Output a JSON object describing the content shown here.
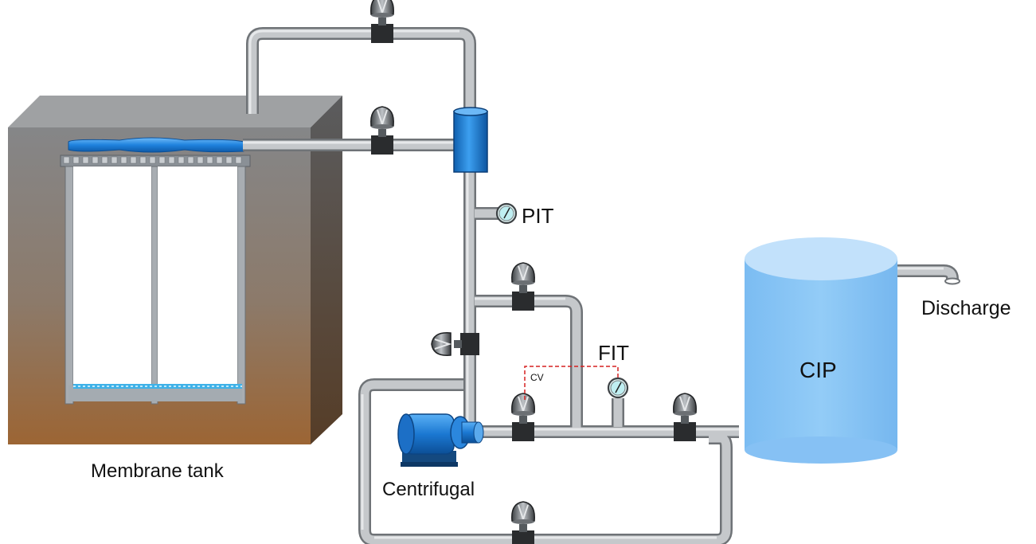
{
  "labels": {
    "membrane_tank": "Membrane tank",
    "centrifugal": "Centrifugal",
    "pit": "PIT",
    "fit": "FIT",
    "cv": "CV",
    "cip": "CIP",
    "discharge": "Discharge"
  },
  "colors": {
    "pipe": "#bfc2c5",
    "pipe_dark": "#6f7377",
    "tank_top": "#8a8b8d",
    "tank_bottom": "#9a6535",
    "cip_fill": "#87c3f5",
    "cip_top": "#c3e2fb",
    "blue_device": "#1f7fd8",
    "control_line": "#d62020"
  },
  "icons": [
    "valve-icon",
    "gauge-icon",
    "pump-icon",
    "separator-icon",
    "membrane-module-icon"
  ]
}
